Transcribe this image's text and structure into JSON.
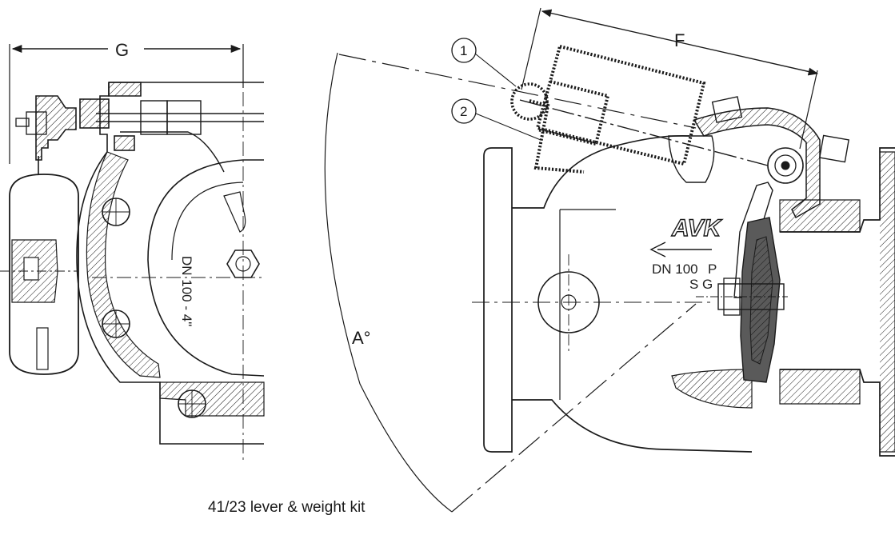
{
  "dimensions": {
    "g": "G",
    "f": "F",
    "a": "A°"
  },
  "callouts": {
    "one": "1",
    "two": "2"
  },
  "caption": "41/23 lever & weight kit",
  "markings": {
    "brand": "AVK",
    "size": "DN 100",
    "pressure_class": "P",
    "material": "S G",
    "side_view_size": "DN 100 - 4\""
  },
  "colors": {
    "line": "#1a1a1a",
    "rubber": "#5a5a5a",
    "background": "#ffffff"
  }
}
